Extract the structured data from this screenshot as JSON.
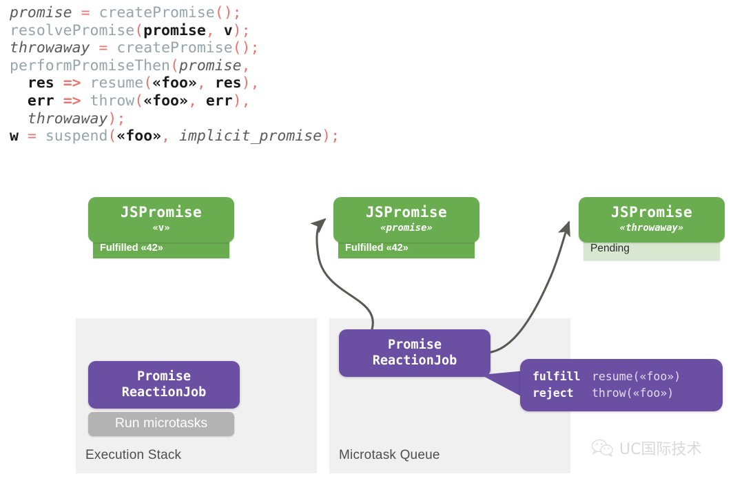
{
  "code": {
    "lines": [
      [
        {
          "t": "promise",
          "c": "var"
        },
        {
          "t": " ",
          "c": "plainspace"
        },
        {
          "t": "=",
          "c": "op"
        },
        {
          "t": " ",
          "c": "plainspace"
        },
        {
          "t": "createPromise",
          "c": "fn"
        },
        {
          "t": "();",
          "c": "punct"
        }
      ],
      [
        {
          "t": "resolvePromise",
          "c": "fn"
        },
        {
          "t": "(",
          "c": "punct"
        },
        {
          "t": "promise",
          "c": "id"
        },
        {
          "t": ",",
          "c": "punct"
        },
        {
          "t": " ",
          "c": "plainspace"
        },
        {
          "t": "v",
          "c": "id"
        },
        {
          "t": ");",
          "c": "punct"
        }
      ],
      [
        {
          "t": "throwaway",
          "c": "var"
        },
        {
          "t": " ",
          "c": "plainspace"
        },
        {
          "t": "=",
          "c": "op"
        },
        {
          "t": " ",
          "c": "plainspace"
        },
        {
          "t": "createPromise",
          "c": "fn"
        },
        {
          "t": "();",
          "c": "punct"
        }
      ],
      [
        {
          "t": "performPromiseThen",
          "c": "fn"
        },
        {
          "t": "(",
          "c": "punct"
        },
        {
          "t": "promise",
          "c": "ital"
        },
        {
          "t": ",",
          "c": "punct"
        }
      ],
      [
        {
          "t": "  ",
          "c": "plainspace"
        },
        {
          "t": "res",
          "c": "id"
        },
        {
          "t": " ",
          "c": "plainspace"
        },
        {
          "t": "=>",
          "c": "arrow"
        },
        {
          "t": " ",
          "c": "plainspace"
        },
        {
          "t": "resume",
          "c": "fn"
        },
        {
          "t": "(",
          "c": "punct"
        },
        {
          "t": "«foo»",
          "c": "id"
        },
        {
          "t": ",",
          "c": "punct"
        },
        {
          "t": " ",
          "c": "plainspace"
        },
        {
          "t": "res",
          "c": "id"
        },
        {
          "t": "),",
          "c": "punct"
        }
      ],
      [
        {
          "t": "  ",
          "c": "plainspace"
        },
        {
          "t": "err",
          "c": "id"
        },
        {
          "t": " ",
          "c": "plainspace"
        },
        {
          "t": "=>",
          "c": "arrow"
        },
        {
          "t": " ",
          "c": "plainspace"
        },
        {
          "t": "throw",
          "c": "fn"
        },
        {
          "t": "(",
          "c": "punct"
        },
        {
          "t": "«foo»",
          "c": "id"
        },
        {
          "t": ",",
          "c": "punct"
        },
        {
          "t": " ",
          "c": "plainspace"
        },
        {
          "t": "err",
          "c": "id"
        },
        {
          "t": "),",
          "c": "punct"
        }
      ],
      [
        {
          "t": "  ",
          "c": "plainspace"
        },
        {
          "t": "throwaway",
          "c": "ital"
        },
        {
          "t": ");",
          "c": "punct"
        }
      ],
      [
        {
          "t": "w",
          "c": "id"
        },
        {
          "t": " ",
          "c": "plainspace"
        },
        {
          "t": "=",
          "c": "op"
        },
        {
          "t": " ",
          "c": "plainspace"
        },
        {
          "t": "suspend",
          "c": "fn"
        },
        {
          "t": "(",
          "c": "punct"
        },
        {
          "t": "«foo»",
          "c": "id"
        },
        {
          "t": ",",
          "c": "punct"
        },
        {
          "t": " ",
          "c": "plainspace"
        },
        {
          "t": "implicit_promise",
          "c": "ital"
        },
        {
          "t": ");",
          "c": "punct"
        }
      ]
    ],
    "plain_text": "promise = createPromise();\nresolvePromise(promise, v);\nthrowaway = createPromise();\nperformPromiseThen(promise,\n  res => resume(«foo», res),\n  err => throw(«foo», err),\n  throwaway);\nw = suspend(«foo», implicit_promise);"
  },
  "promises": [
    {
      "title": "JSPromise",
      "subtitle": "«v»",
      "subtitle_italic": false,
      "state": "Fulfilled «42»",
      "state_kind": "fulfilled"
    },
    {
      "title": "JSPromise",
      "subtitle": "«promise»",
      "subtitle_italic": true,
      "state": "Fulfilled «42»",
      "state_kind": "fulfilled"
    },
    {
      "title": "JSPromise",
      "subtitle": "«throwaway»",
      "subtitle_italic": true,
      "state": "Pending",
      "state_kind": "pending"
    }
  ],
  "execution_stack": {
    "label": "Execution Stack",
    "job": {
      "line1": "Promise",
      "line2": "ReactionJob"
    },
    "sub_job": "Run microtasks"
  },
  "microtask_queue": {
    "label": "Microtask Queue",
    "job": {
      "line1": "Promise",
      "line2": "ReactionJob"
    }
  },
  "callout": {
    "rows": [
      {
        "key": "fulfill",
        "value": "resume(«foo»)"
      },
      {
        "key": "reject",
        "value": "throw(«foo»)"
      }
    ]
  },
  "watermark": {
    "icon": "wechat-icon",
    "text": "UC国际技术"
  },
  "colors": {
    "green": "#6aad50",
    "green_light": "#d8e7cf",
    "purple": "#6a4fa3",
    "grey": "#b3b3b3",
    "panel": "#f0f0f0",
    "wire": "#5a5a54",
    "background": "#ffffff",
    "code_keyword": "#95a5ad",
    "code_punct": "#e8756e",
    "code_var": "#5a5a5a",
    "code_plain": "#1a1a1a"
  }
}
